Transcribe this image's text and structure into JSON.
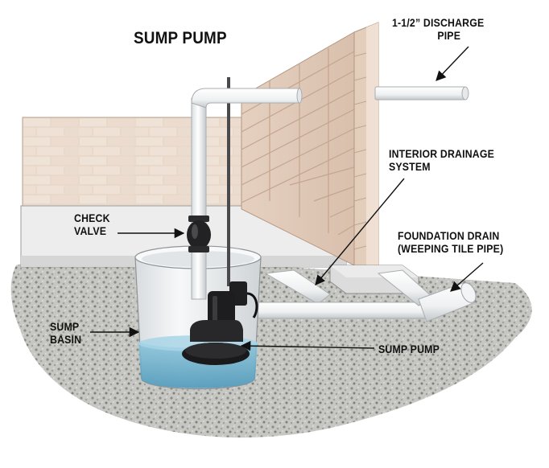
{
  "title": "SUMP PUMP",
  "labels": {
    "discharge_pipe": {
      "line1": "1-1/2” DISCHARGE",
      "line2": "PIPE"
    },
    "interior_drainage": {
      "line1": "INTERIOR DRAINAGE",
      "line2": "SYSTEM"
    },
    "check_valve": {
      "line1": "CHECK",
      "line2": "VALVE"
    },
    "foundation_drain": {
      "line1": "FOUNDATION DRAIN",
      "line2": "(WEEPING TILE PIPE)"
    },
    "sump_basin": {
      "line1": "SUMP",
      "line2": "BASIN"
    },
    "sump_pump": "SUMP PUMP"
  },
  "colors": {
    "brick": "#e8d6c8",
    "mortar": "#c9b29e",
    "floor": "#eeeeee",
    "gravel": "#b8b8b4",
    "pipe": "#f4f6f7",
    "water": "#6fb3cf",
    "pump": "#1d1d1f"
  }
}
